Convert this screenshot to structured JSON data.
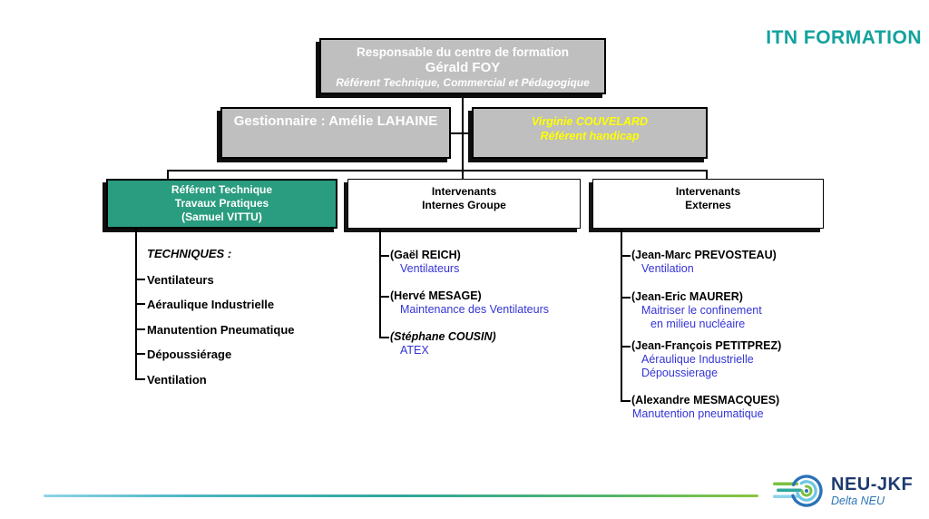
{
  "header": {
    "brand": "ITN FORMATION"
  },
  "org": {
    "root": {
      "line1": "Responsable du centre de formation",
      "line2": "Gérald FOY",
      "line3": "Référent Technique, Commercial et Pédagogique"
    },
    "manager": {
      "label": "Gestionnaire : Amélie LAHAINE"
    },
    "handicap": {
      "line1": "Virginie COUVELARD",
      "line2": "Référent handicap"
    },
    "branch_left": {
      "line1": "Référent Technique",
      "line2": "Travaux Pratiques",
      "line3": "(Samuel VITTU)"
    },
    "branch_mid": {
      "line1": "Intervenants",
      "line2": "Internes Groupe"
    },
    "branch_right": {
      "line1": "Intervenants",
      "line2": "Externes"
    }
  },
  "left_list": {
    "heading": "TECHNIQUES :",
    "items": [
      "Ventilateurs",
      "Aéraulique Industrielle",
      "Manutention Pneumatique",
      "Dépoussiérage",
      "Ventilation"
    ]
  },
  "mid_list": {
    "entries": [
      {
        "name": "(Gaël REICH)",
        "topics": [
          "Ventilateurs"
        ]
      },
      {
        "name": "(Hervé MESAGE)",
        "topics": [
          "Maintenance des Ventilateurs"
        ]
      },
      {
        "name": "(Stéphane COUSIN)",
        "topics": [
          "ATEX"
        ]
      }
    ]
  },
  "right_list": {
    "entries": [
      {
        "name": "(Jean-Marc PREVOSTEAU)",
        "topics": [
          "Ventilation"
        ]
      },
      {
        "name": "(Jean-Eric MAURER)",
        "topics": [
          "Maitriser le confinement",
          "en milieu nucléaire"
        ]
      },
      {
        "name": "(Jean-François PETITPREZ)",
        "topics": [
          "Aéraulique Industrielle",
          "Dépoussierage"
        ]
      },
      {
        "name": "(Alexandre MESMACQUES)",
        "topics": [
          "Manutention pneumatique"
        ]
      }
    ]
  },
  "footer": {
    "logo_title": "NEU-JKF",
    "logo_subtitle": "Delta NEU"
  },
  "colors": {
    "box_gray": "#bfbfbf",
    "box_green": "#2a9c7f",
    "highlight_yellow": "#ffff00",
    "topic_blue": "#3434d6",
    "brand_teal": "#12a29d",
    "logo_navy": "#1e3a6e",
    "logo_blue": "#2e75b6"
  }
}
